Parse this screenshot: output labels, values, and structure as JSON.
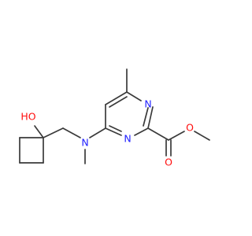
{
  "molecule": {
    "atoms": [
      {
        "id": "n_ring_top",
        "text": "N",
        "color": "#2121ff"
      },
      {
        "id": "n_ring_bottom",
        "text": "N",
        "color": "#2121ff"
      },
      {
        "id": "n_amine",
        "text": "N",
        "color": "#2121ff"
      },
      {
        "id": "o_hydroxyl",
        "text": "HO",
        "color": "#ff0d0d"
      },
      {
        "id": "o_ester",
        "text": "O",
        "color": "#ff0d0d"
      },
      {
        "id": "o_carbonyl",
        "text": "O",
        "color": "#ff0d0d"
      }
    ],
    "bond_color": "#3a3a3a"
  }
}
